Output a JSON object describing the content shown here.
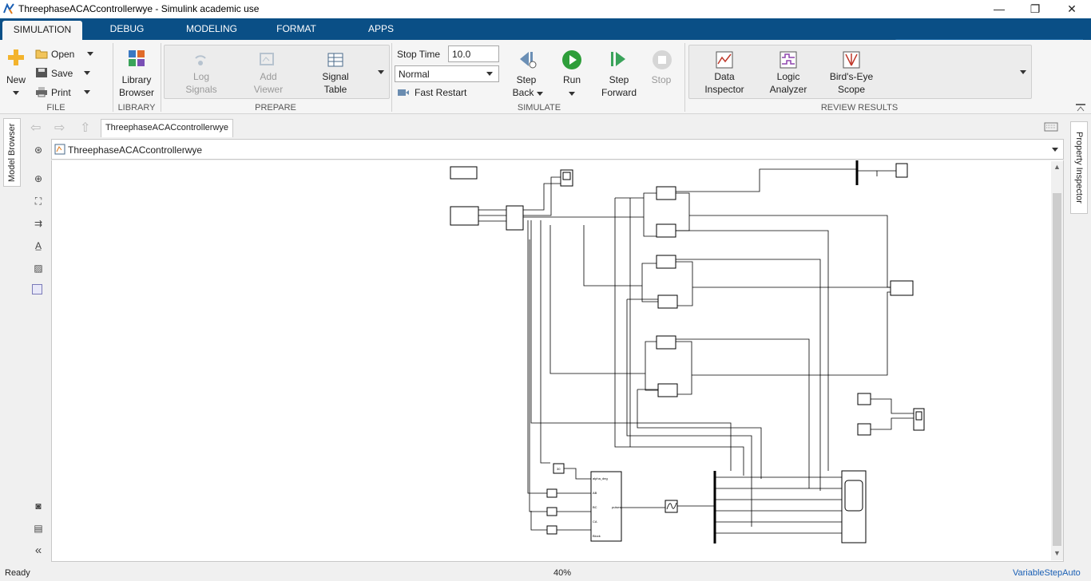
{
  "window": {
    "title": "ThreephaseACACcontrollerwye - Simulink academic use",
    "minimize": "—",
    "restore": "❐",
    "close": "✕"
  },
  "ribbon_tabs": [
    "SIMULATION",
    "DEBUG",
    "MODELING",
    "FORMAT",
    "APPS"
  ],
  "file": {
    "new": "New",
    "open": "Open",
    "save": "Save",
    "print": "Print",
    "section": "FILE"
  },
  "library": {
    "browser_line1": "Library",
    "browser_line2": "Browser",
    "section": "LIBRARY"
  },
  "prepare": {
    "log_line1": "Log",
    "log_line2": "Signals",
    "viewer_line1": "Add",
    "viewer_line2": "Viewer",
    "table_line1": "Signal",
    "table_line2": "Table",
    "section": "PREPARE"
  },
  "simulate": {
    "stop_time_label": "Stop Time",
    "stop_time_value": "10.0",
    "mode": "Normal",
    "fast_restart": "Fast Restart",
    "step_back_line1": "Step",
    "step_back_line2": "Back",
    "run": "Run",
    "step_fwd_line1": "Step",
    "step_fwd_line2": "Forward",
    "stop": "Stop",
    "section": "SIMULATE"
  },
  "review": {
    "di_line1": "Data",
    "di_line2": "Inspector",
    "la_line1": "Logic",
    "la_line2": "Analyzer",
    "be_line1": "Bird's-Eye",
    "be_line2": "Scope",
    "section": "REVIEW RESULTS"
  },
  "editor": {
    "tab": "ThreephaseACACcontrollerwye",
    "path": "ThreephaseACACcontrollerwye",
    "model_browser": "Model Browser",
    "property_inspector": "Property Inspector"
  },
  "diagram": {
    "constant_label": "30",
    "subsystem_title": "alpha_deg",
    "subsystem_ports": [
      "AB",
      "BC",
      "CA",
      "Block"
    ],
    "subsystem_out": "pulses"
  },
  "status": {
    "left": "Ready",
    "zoom": "40%",
    "solver": "VariableStepAuto"
  },
  "colors": {
    "tabstrip": "#0a4f86",
    "accent_link": "#1a5fb4",
    "run_green": "#2e9e3a"
  }
}
